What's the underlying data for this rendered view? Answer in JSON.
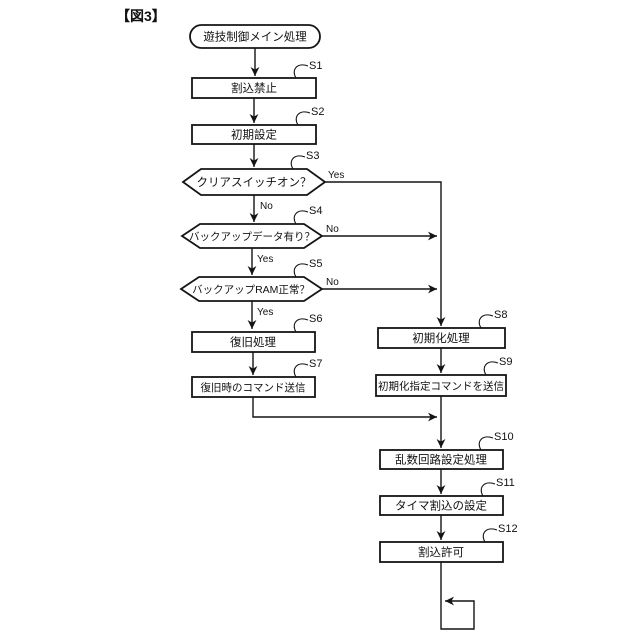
{
  "figure": {
    "title": "【図3】"
  },
  "flowchart": {
    "start": {
      "label": "遊技制御メイン処理"
    },
    "steps": {
      "s1": {
        "id": "S1",
        "label": "割込禁止"
      },
      "s2": {
        "id": "S2",
        "label": "初期設定"
      },
      "s3": {
        "id": "S3",
        "label": "クリアスイッチオン？",
        "yes": "Yes",
        "no": "No"
      },
      "s4": {
        "id": "S4",
        "label": "バックアップデータ有り？",
        "yes": "Yes",
        "no": "No"
      },
      "s5": {
        "id": "S5",
        "label": "バックアップRAM正常？",
        "yes": "Yes",
        "no": "No"
      },
      "s6": {
        "id": "S6",
        "label": "復旧処理"
      },
      "s7": {
        "id": "S7",
        "label": "復旧時のコマンド送信"
      },
      "s8": {
        "id": "S8",
        "label": "初期化処理"
      },
      "s9": {
        "id": "S9",
        "label": "初期化指定コマンドを送信"
      },
      "s10": {
        "id": "S10",
        "label": "乱数回路設定処理"
      },
      "s11": {
        "id": "S11",
        "label": "タイマ割込の設定"
      },
      "s12": {
        "id": "S12",
        "label": "割込許可"
      }
    },
    "colors": {
      "line": "#141414",
      "background": "#ffffff"
    }
  }
}
